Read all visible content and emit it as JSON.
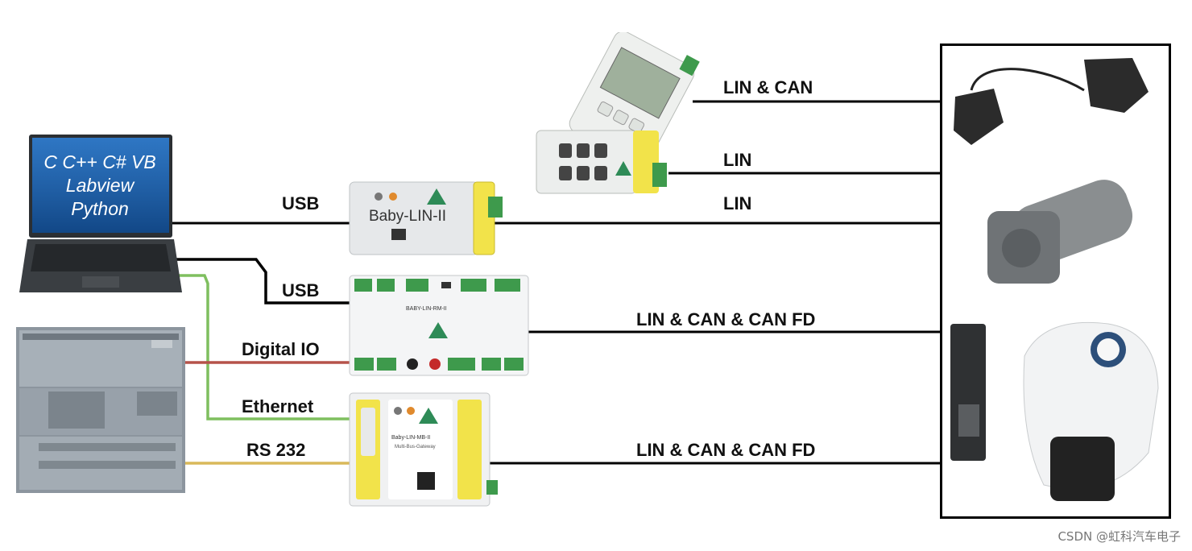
{
  "laptop": {
    "lines": [
      "C C++ C# VB",
      "Labview",
      "Python"
    ]
  },
  "connections": {
    "usb_1": "USB",
    "usb_2": "USB",
    "digital_io": "Digital IO",
    "ethernet": "Ethernet",
    "rs232": "RS 232",
    "lin_can": "LIN & CAN",
    "lin_1": "LIN",
    "lin_2": "LIN",
    "lin_can_canfd_1": "LIN & CAN & CAN FD",
    "lin_can_canfd_2": "LIN & CAN & CAN FD"
  },
  "devices": {
    "baby_lin_ii": "Baby-LIN-II",
    "baby_lin_rm": "BABY-LIN-RM-II",
    "baby_lin_mb": "Baby-LIN-MB-II",
    "baby_lin_mb_sub": "Multi-Bus-Gateway"
  },
  "watermark": "CSDN @虹科汽车电子",
  "colors": {
    "wire_black": "#000000",
    "wire_green": "#7fbf5f",
    "wire_red": "#b5524a",
    "wire_yellow": "#d9b95a",
    "device_yellow": "#f2e34a",
    "terminal_green": "#3e9a4c"
  }
}
